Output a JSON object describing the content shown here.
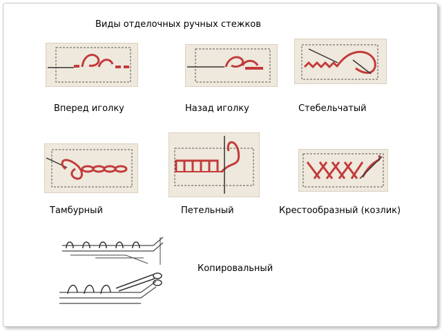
{
  "slide": {
    "title": "Виды отделочных ручных стежков",
    "labels": {
      "vpered": "Вперед иголку",
      "nazad": "Назад иголку",
      "stebel": "Стебельчатый",
      "tambur": "Тамбурный",
      "petel": "Петельный",
      "kozlik": "Крестообразный (козлик)",
      "kopir": "Копировальный"
    }
  },
  "colors": {
    "thread": "#c23a3a",
    "paper": "#efe8dc",
    "ink": "#444444"
  }
}
